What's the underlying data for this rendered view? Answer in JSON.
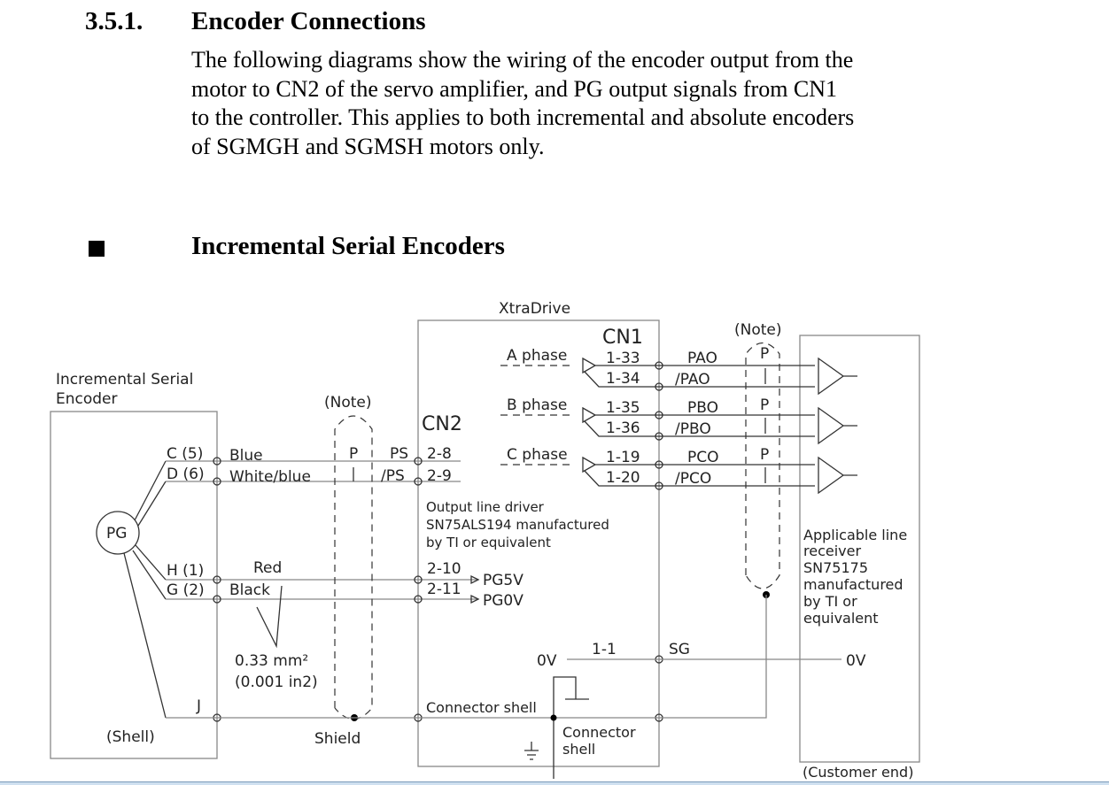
{
  "section": {
    "number": "3.5.1.",
    "title": "Encoder Connections",
    "paragraph": [
      "The following diagrams show the wiring of the encoder output from the",
      "motor to CN2 of the servo amplifier, and PG output signals from CN1",
      "to the controller. This applies to both incremental and absolute encoders",
      "of SGMGH and SGMSH motors only."
    ]
  },
  "subsection": {
    "title": "Incremental Serial Encoders",
    "bullet_icon": "square-bullet"
  },
  "diagram": {
    "encoder_label": [
      "Incremental Serial",
      "Encoder"
    ],
    "pg": "PG",
    "encoder_pins": [
      "C (5)",
      "D (6)",
      "H (1)",
      "G (2)",
      "J"
    ],
    "wire_colors": [
      "Blue",
      "White/blue",
      "Red",
      "Black"
    ],
    "wire_size": [
      "0.33 mm²",
      "(0.001 in2)"
    ],
    "shell": "(Shell)",
    "shield": "Shield",
    "note": "(Note)",
    "twisted_pair": "P",
    "drive": "XtraDrive",
    "cn2": "CN2",
    "cn2_signals": [
      "PS",
      "/PS"
    ],
    "cn2_pins": [
      "2-8",
      "2-9",
      "2-10",
      "2-11"
    ],
    "power_outputs": [
      "PG5V",
      "PG0V"
    ],
    "driver_note": [
      "Output line driver",
      "SN75ALS194 manufactured",
      "by TI or equivalent"
    ],
    "cn1": "CN1",
    "phases": [
      {
        "label": "A phase",
        "pins": [
          "1-33",
          "1-34"
        ],
        "signals": [
          "PAO",
          "/PAO"
        ]
      },
      {
        "label": "B phase",
        "pins": [
          "1-35",
          "1-36"
        ],
        "signals": [
          "PBO",
          "/PBO"
        ]
      },
      {
        "label": "C phase",
        "pins": [
          "1-19",
          "1-20"
        ],
        "signals": [
          "PCO",
          "/PCO"
        ]
      }
    ],
    "ground": {
      "left": "0V",
      "pin": "1-1",
      "signal": "SG",
      "right": "0V"
    },
    "connector_shell": "Connector shell",
    "connector_shell2": [
      "Connector",
      "shell"
    ],
    "receiver_note": [
      "Applicable line",
      "receiver",
      "SN75175",
      "manufactured",
      "by TI or",
      "equivalent"
    ],
    "customer_end": "(Customer end)"
  }
}
